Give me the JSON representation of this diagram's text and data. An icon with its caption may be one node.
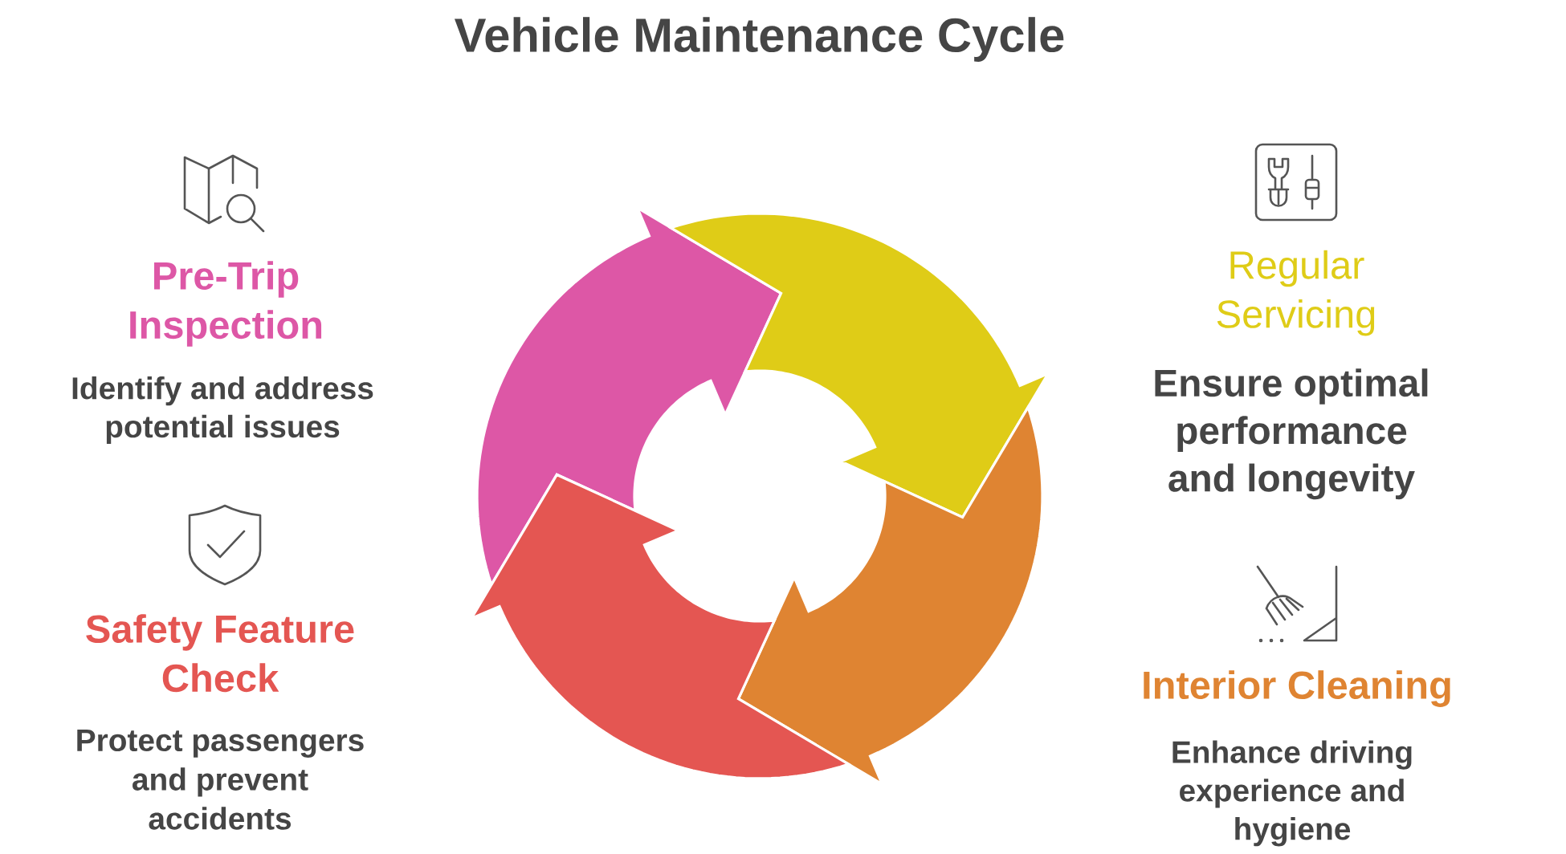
{
  "diagram": {
    "title": "Vehicle Maintenance Cycle",
    "nodes": [
      {
        "text": [
          "Pre-Trip Inspection",
          "Identify and address potential issues"
        ]
      },
      {
        "text": [
          "Regular Servicing",
          "Ensure optimal performance and longevity"
        ]
      },
      {
        "text": [
          "Safety Feature Check",
          "Protect passengers and prevent accidents"
        ]
      },
      {
        "text": [
          "Interior Cleaning",
          "Enhance driving experience and hygiene"
        ]
      }
    ]
  }
}
